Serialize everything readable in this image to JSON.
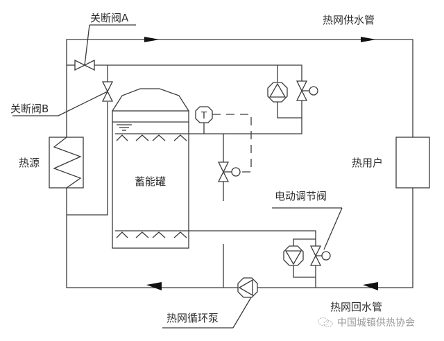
{
  "diagram": {
    "type": "heat-storage-tank-system-schematic",
    "labels": {
      "shutoff_valve_a": "关断阀A",
      "shutoff_valve_b": "关断阀B",
      "heat_source": "热源",
      "storage_tank": "蓄能罐",
      "supply_pipe": "热网供水管",
      "return_pipe": "热网回水管",
      "heat_user": "热用户",
      "electric_control_valve": "电动调节阀",
      "circulation_pump": "热网循环泵"
    },
    "thermometer_symbol": "T",
    "flow_directions": {
      "supply": "right",
      "return": "left"
    }
  },
  "watermark": {
    "icon": "wechat-icon",
    "text": "中国城镇供热协会"
  }
}
